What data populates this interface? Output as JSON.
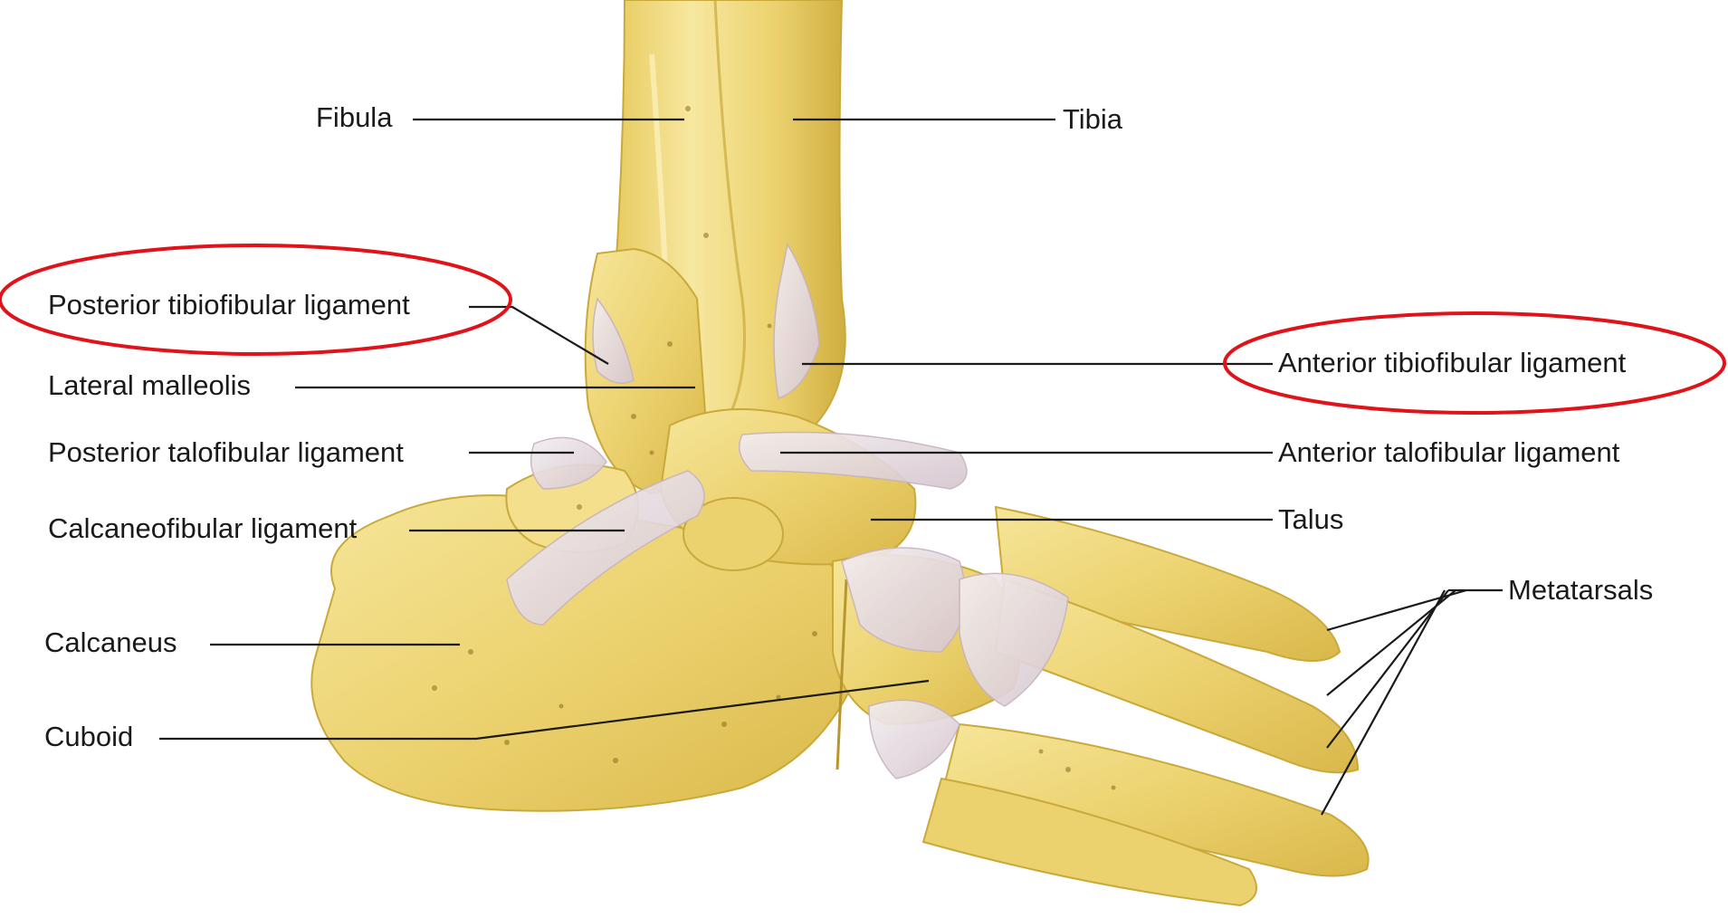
{
  "diagram": {
    "labels": {
      "fibula": "Fibula",
      "tibia": "Tibia",
      "posterior_tibiofibular_ligament": "Posterior tibiofibular ligament",
      "lateral_malleolis": "Lateral malleolis",
      "posterior_talofibular_ligament": "Posterior talofibular ligament",
      "calcaneofibular_ligament": "Calcaneofibular ligament",
      "calcaneus": "Calcaneus",
      "cuboid": "Cuboid",
      "anterior_tibiofibular_ligament": "Anterior tibiofibular ligament",
      "anterior_talofibular_ligament": "Anterior talofibular ligament",
      "talus": "Talus",
      "metatarsals": "Metatarsals"
    },
    "highlighted": [
      "posterior_tibiofibular_ligament",
      "anterior_tibiofibular_ligament"
    ],
    "colors": {
      "bone": "#eed679",
      "bone_shadow": "#c9a93a",
      "bone_light": "#f8ecae",
      "ligament": "#e9e0e6",
      "ligament_shadow": "#c7b3c0",
      "leader_line": "#1a1a1a",
      "highlight_ellipse": "#e0131b",
      "text": "#1a1a1a"
    }
  }
}
